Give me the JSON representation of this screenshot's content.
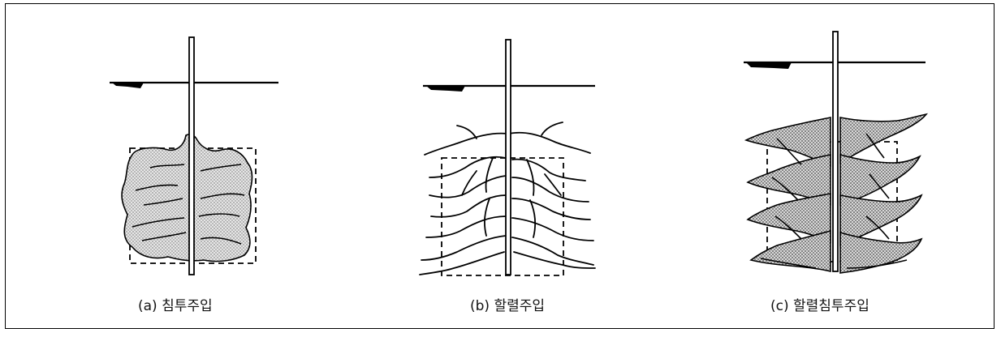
{
  "figure": {
    "panels": [
      {
        "caption": "(a) 침투주입"
      },
      {
        "caption": "(b) 할렬주입"
      },
      {
        "caption": "(c) 할렬침투주입"
      }
    ]
  }
}
